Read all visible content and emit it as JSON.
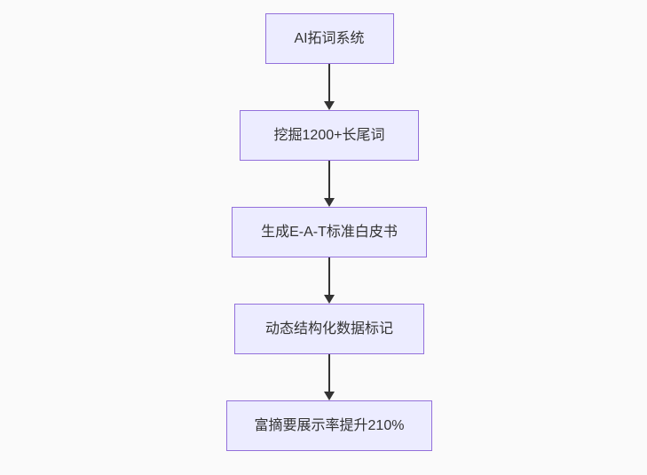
{
  "flowchart": {
    "direction": "top-down",
    "nodes": [
      {
        "id": "node-1",
        "label": "AI拓词系统"
      },
      {
        "id": "node-2",
        "label": "挖掘1200+长尾词"
      },
      {
        "id": "node-3",
        "label": "生成E-A-T标准白皮书"
      },
      {
        "id": "node-4",
        "label": "动态结构化数据标记"
      },
      {
        "id": "node-5",
        "label": "富摘要展示率提升210%"
      }
    ],
    "edges": [
      {
        "from": "node-1",
        "to": "node-2"
      },
      {
        "from": "node-2",
        "to": "node-3"
      },
      {
        "from": "node-3",
        "to": "node-4"
      },
      {
        "from": "node-4",
        "to": "node-5"
      }
    ],
    "colors": {
      "node_fill": "#ECECFF",
      "node_border": "#9370DB",
      "arrow": "#333333",
      "text": "#333333",
      "background": "#fafafa"
    }
  }
}
